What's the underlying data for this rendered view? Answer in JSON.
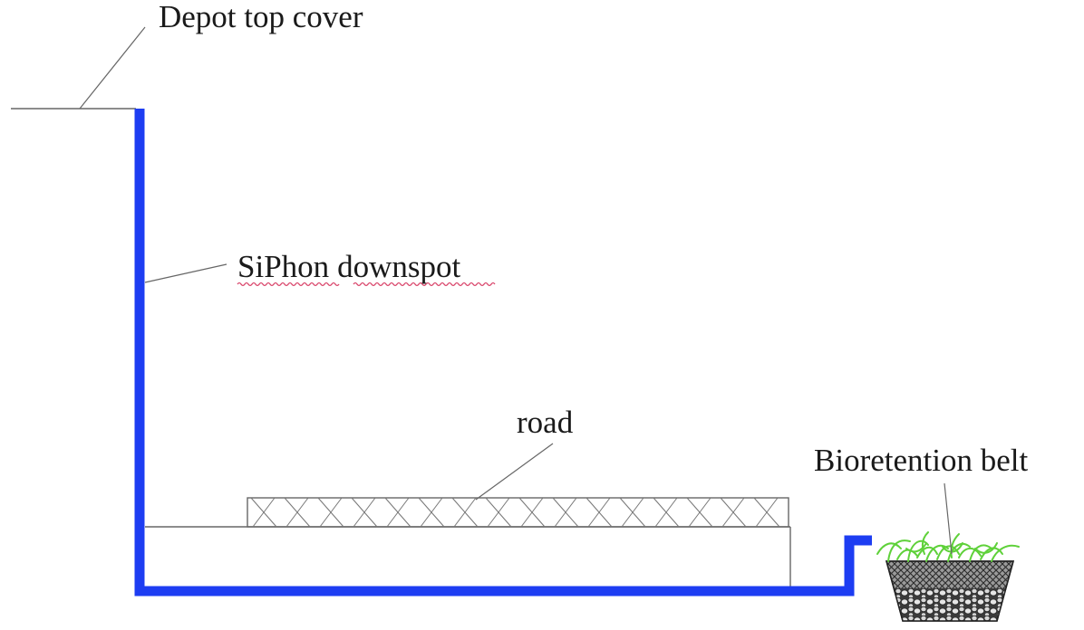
{
  "labels": {
    "depot_top_cover": "Depot top cover",
    "siphon_word": "SiPhon",
    "downspot_word": "downspot",
    "road": "road",
    "bioretention_belt": "Bioretention belt"
  },
  "colors": {
    "pipe": "#1d3df2",
    "grass": "#5fd13a"
  }
}
